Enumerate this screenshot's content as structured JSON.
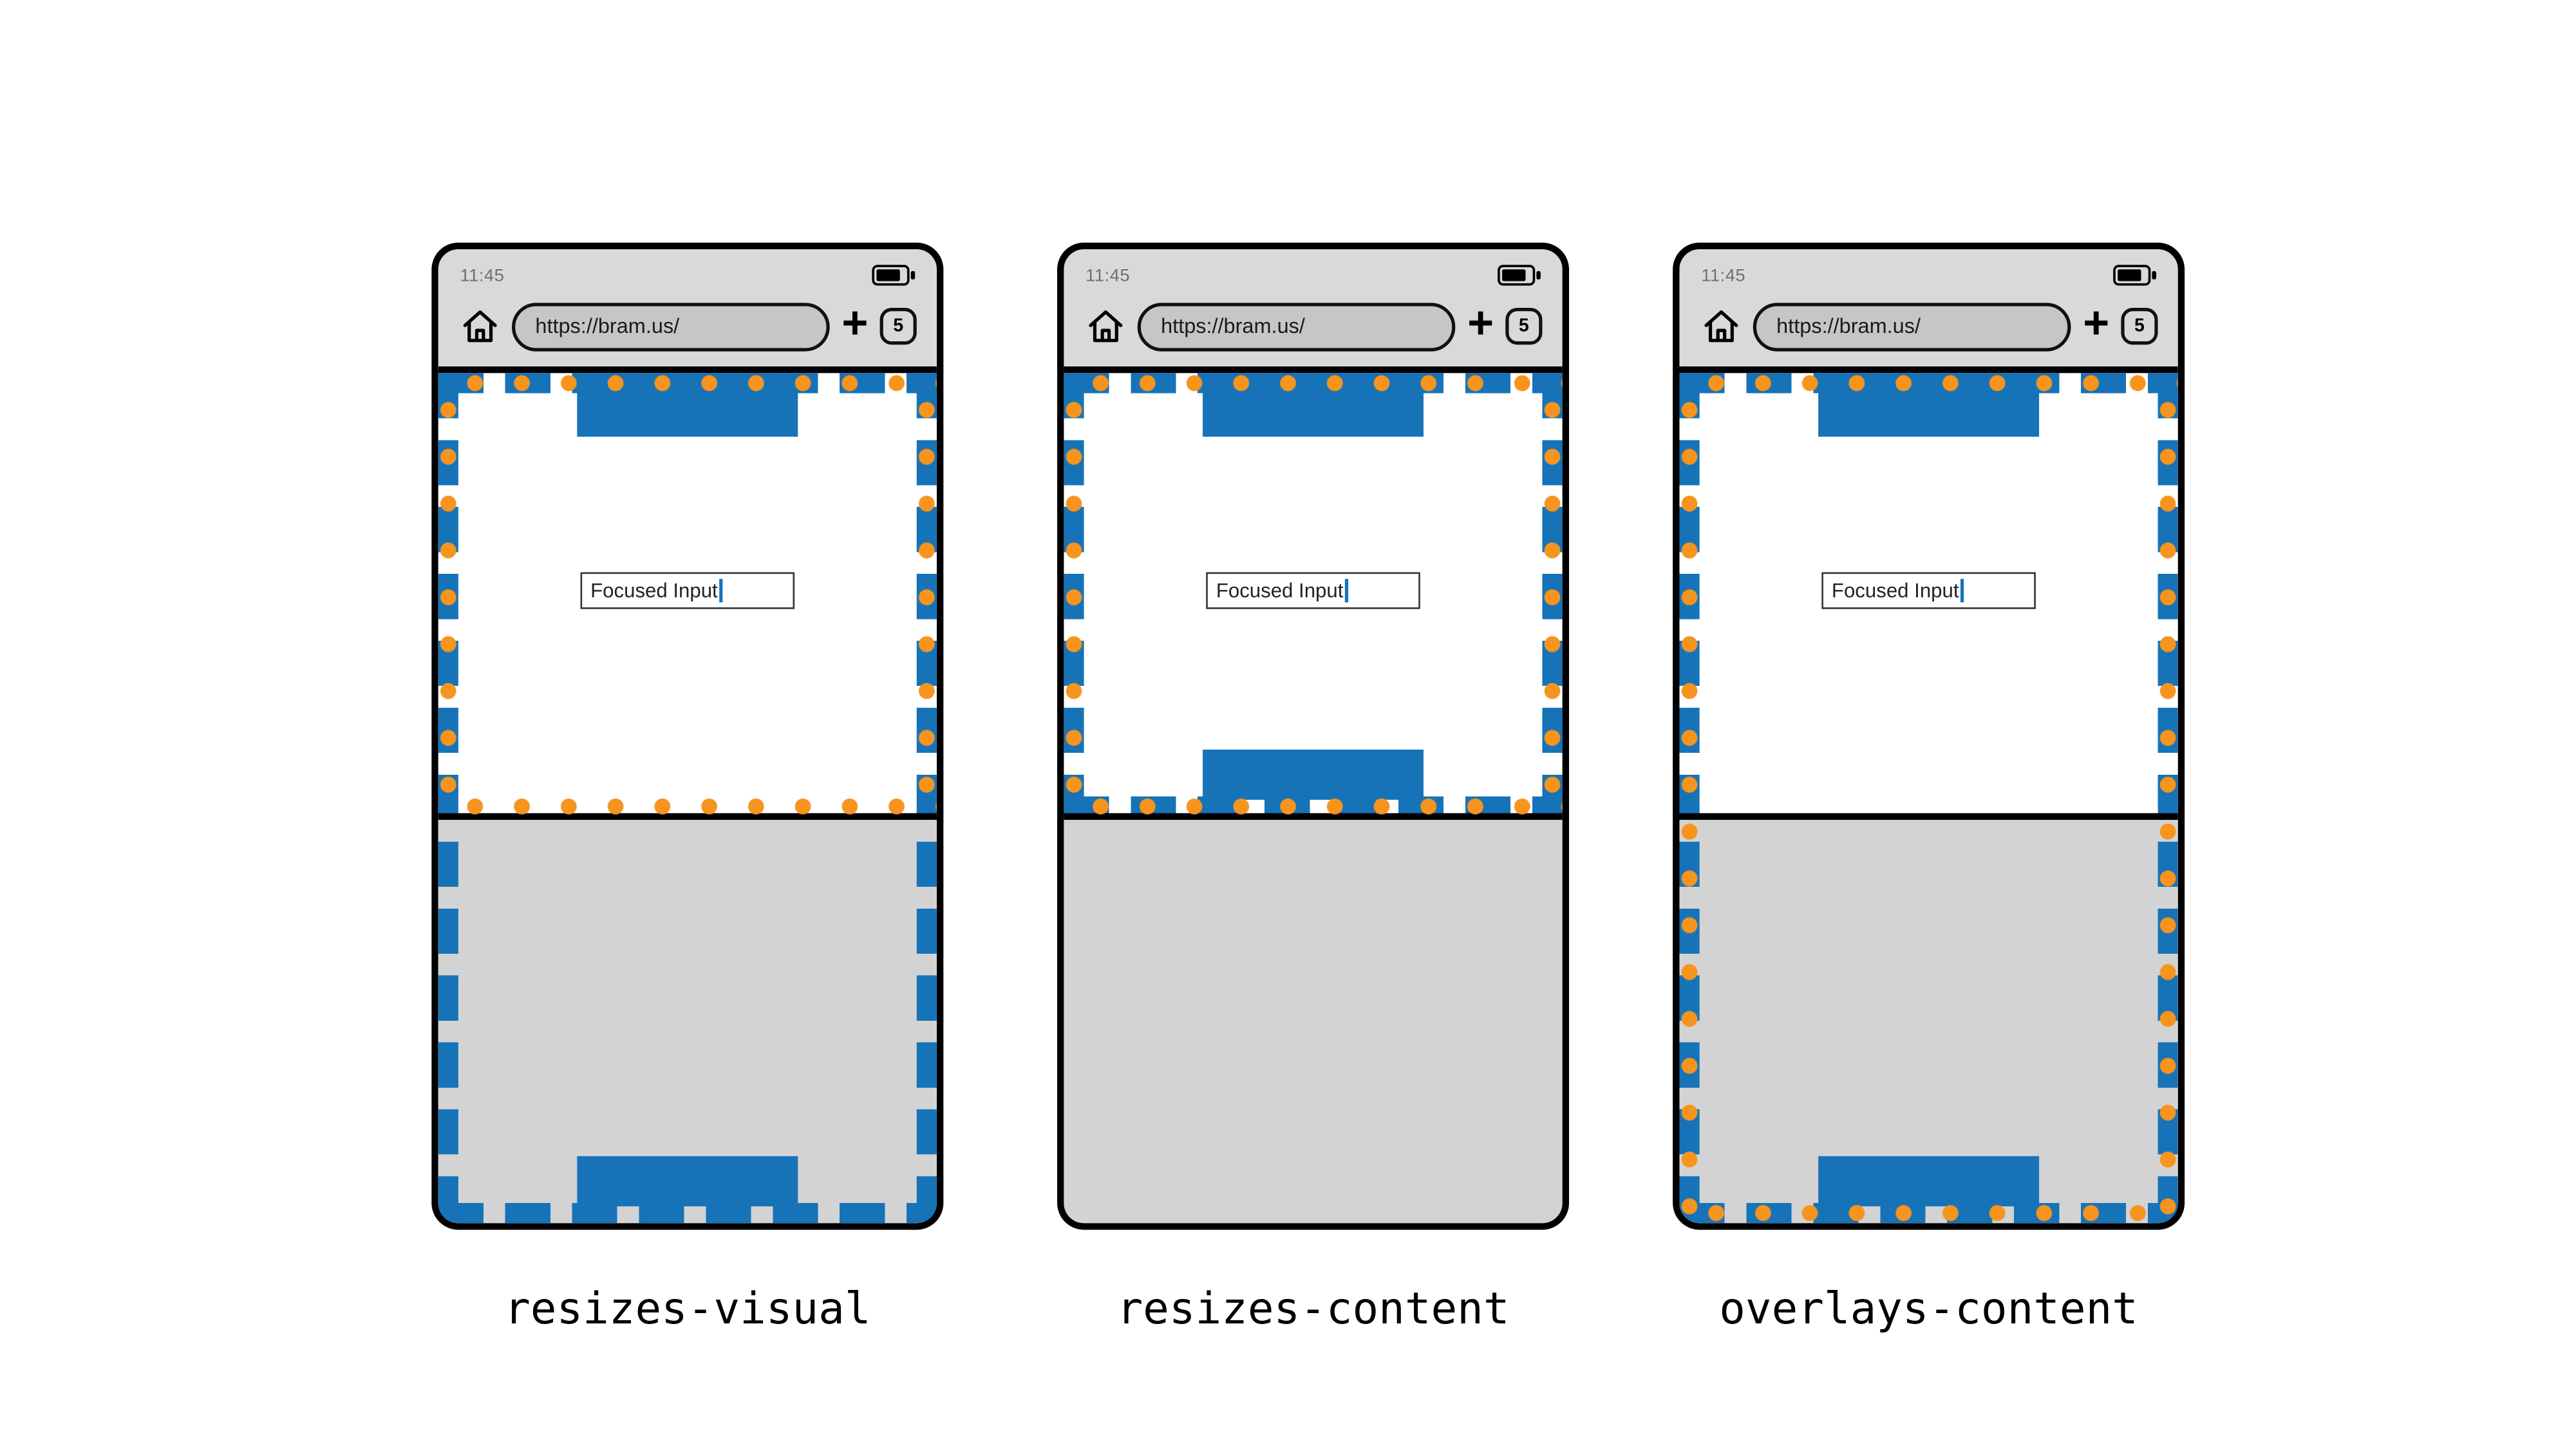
{
  "colors": {
    "blue": "#1673b8",
    "orange": "#f7941d",
    "keyboard": "#d3d3d3",
    "chrome": "#d9d9d9",
    "url_pill": "#c6c6c6"
  },
  "icons": {
    "new_tab": "+"
  },
  "phones": [
    {
      "label": "resizes-visual",
      "time": "11:45",
      "url": "https://bram.us/",
      "tabs": "5",
      "input_value": "Focused Input"
    },
    {
      "label": "resizes-content",
      "time": "11:45",
      "url": "https://bram.us/",
      "tabs": "5",
      "input_value": "Focused Input"
    },
    {
      "label": "overlays-content",
      "time": "11:45",
      "url": "https://bram.us/",
      "tabs": "5",
      "input_value": "Focused Input"
    }
  ]
}
